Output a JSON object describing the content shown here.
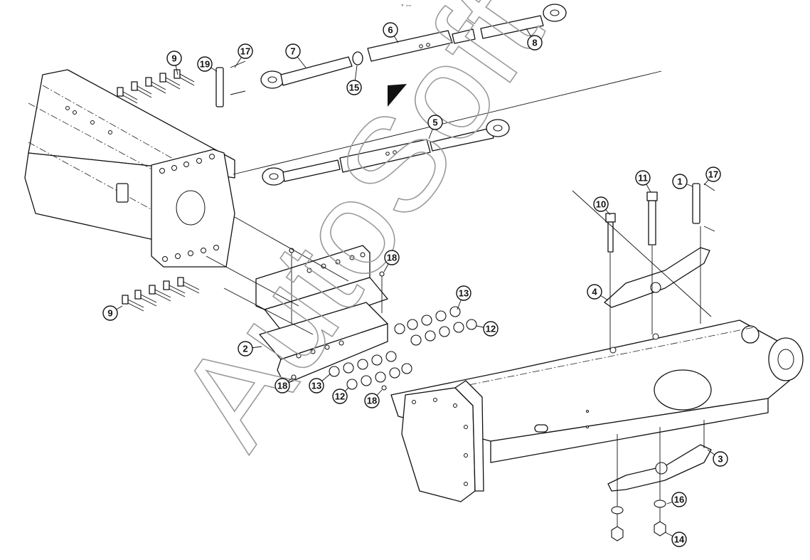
{
  "drawing": {
    "header_code": "⚬ ▫▫▫",
    "watermark": "AutoSoft"
  },
  "callouts": [
    {
      "id": "c1",
      "label": "1"
    },
    {
      "id": "c2",
      "label": "2"
    },
    {
      "id": "c3",
      "label": "3"
    },
    {
      "id": "c4",
      "label": "4"
    },
    {
      "id": "c5",
      "label": "5"
    },
    {
      "id": "c6",
      "label": "6"
    },
    {
      "id": "c7",
      "label": "7"
    },
    {
      "id": "c8",
      "label": "8"
    },
    {
      "id": "c9a",
      "label": "9"
    },
    {
      "id": "c9b",
      "label": "9"
    },
    {
      "id": "c10",
      "label": "10"
    },
    {
      "id": "c11",
      "label": "11"
    },
    {
      "id": "c12a",
      "label": "12"
    },
    {
      "id": "c12b",
      "label": "12"
    },
    {
      "id": "c13a",
      "label": "13"
    },
    {
      "id": "c13b",
      "label": "13"
    },
    {
      "id": "c14",
      "label": "14"
    },
    {
      "id": "c15",
      "label": "15"
    },
    {
      "id": "c16",
      "label": "16"
    },
    {
      "id": "c17a",
      "label": "17"
    },
    {
      "id": "c17b",
      "label": "17"
    },
    {
      "id": "c18a",
      "label": "18"
    },
    {
      "id": "c18b",
      "label": "18"
    },
    {
      "id": "c18c",
      "label": "18"
    },
    {
      "id": "c19",
      "label": "19"
    }
  ]
}
